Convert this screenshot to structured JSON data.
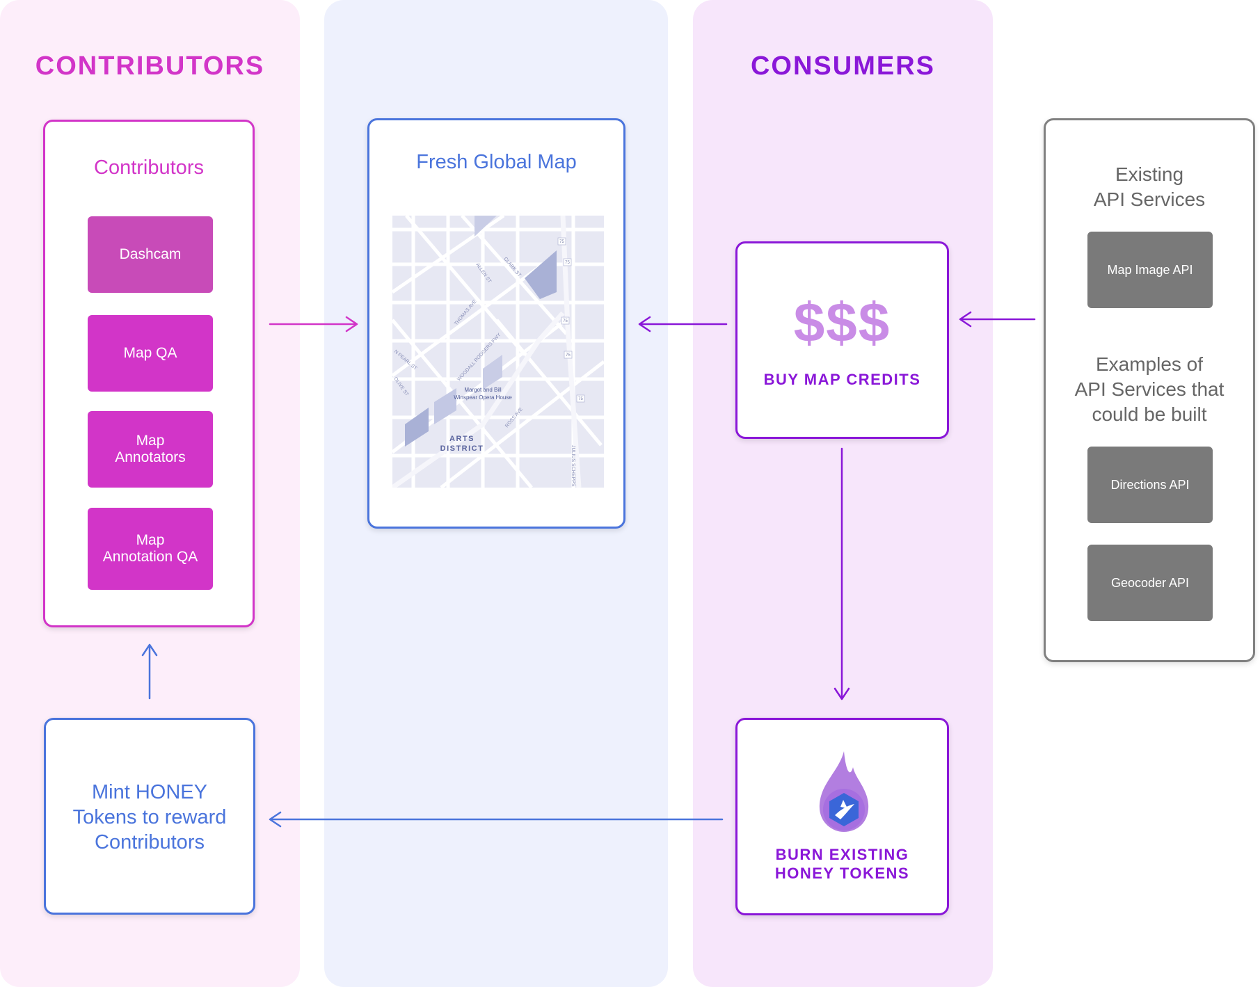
{
  "lanes": {
    "contributors_title": "CONTRIBUTORS",
    "consumers_title": "CONSUMERS"
  },
  "contributors_card": {
    "title": "Contributors",
    "items": [
      "Dashcam",
      "Map QA",
      "Map\nAnnotators",
      "Map\nAnnotation QA"
    ]
  },
  "map_card": {
    "title": "Fresh Global Map",
    "labels": {
      "allen": "ALLEN ST",
      "clark": "CLARK ST",
      "thomas": "THOMAS AVE",
      "woodall": "WOODALL RODGERS FWY",
      "pearl": "N PEARL ST",
      "olive": "OLIVE ST",
      "ross": "ROSS AVE",
      "julius": "JULIUS SCHEPPS",
      "opera": "Margot and Bill\nWinspear Opera House",
      "district": "ARTS\nDISTRICT",
      "shield": "75"
    }
  },
  "buy_card": {
    "symbol": "$$$",
    "label": "BUY MAP CREDITS"
  },
  "burn_card": {
    "label": "BURN EXISTING\nHONEY TOKENS"
  },
  "mint_card": {
    "text": "Mint HONEY\nTokens to reward\nContributors"
  },
  "api_card": {
    "existing_title": "Existing\nAPI Services",
    "existing_items": [
      "Map Image API"
    ],
    "examples_title": "Examples of\nAPI Services that\ncould be built",
    "example_items": [
      "Directions API",
      "Geocoder API"
    ]
  },
  "colors": {
    "contributor_magenta": "#d235c8",
    "contributor_magenta_dark": "#c84bb8",
    "map_blue": "#4a74dc",
    "consumer_purple": "#8a17d8",
    "api_gray": "#7a7a7a"
  }
}
